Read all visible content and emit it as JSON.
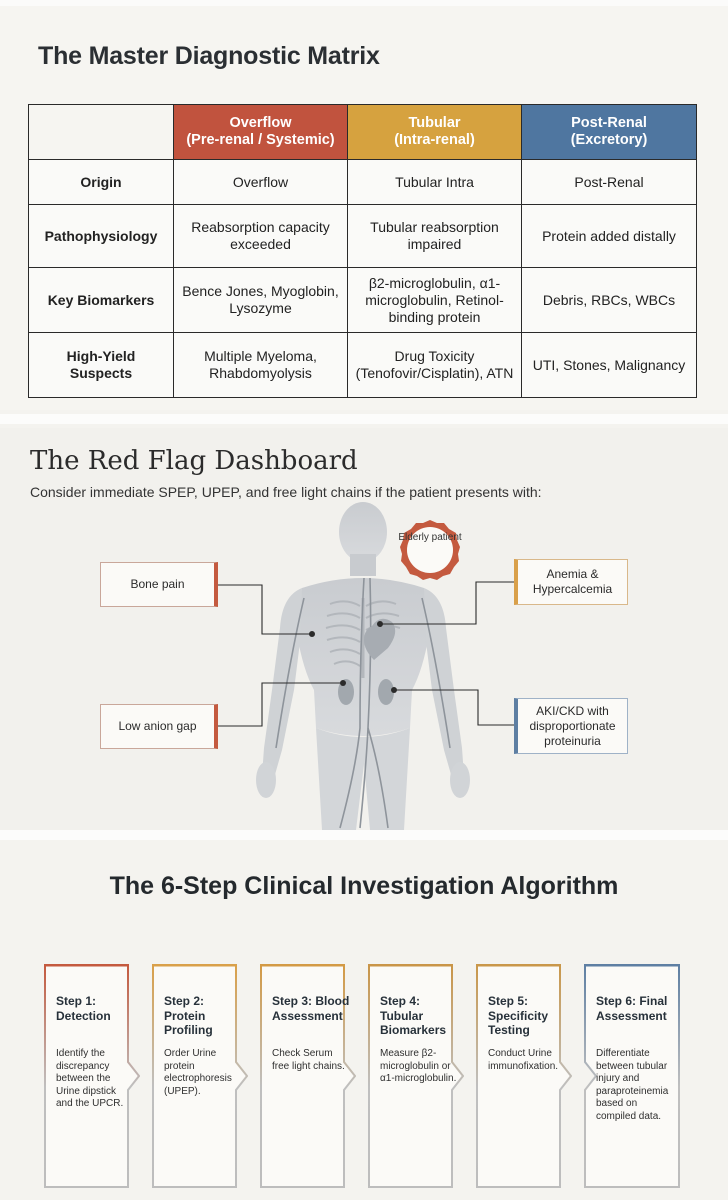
{
  "matrix": {
    "title": "The Master Diagnostic Matrix",
    "columns": [
      {
        "line1": "Overflow",
        "line2": "(Pre-renal / Systemic)"
      },
      {
        "line1": "Tubular",
        "line2": "(Intra-renal)"
      },
      {
        "line1": "Post-Renal",
        "line2": "(Excretory)"
      }
    ],
    "rows": [
      {
        "label": "Origin",
        "cells": [
          "Overflow",
          "Tubular Intra",
          "Post-Renal"
        ]
      },
      {
        "label": "Pathophysiology",
        "cells": [
          "Reabsorption capacity exceeded",
          "Tubular reabsorption impaired",
          "Protein added distally"
        ]
      },
      {
        "label": "Key Biomarkers",
        "cells": [
          "Bence Jones, Myoglobin, Lysozyme",
          "β2-microglobulin, α1-microglobulin, Retinol-binding protein",
          "Debris, RBCs, WBCs"
        ]
      },
      {
        "label": "High-Yield Suspects",
        "cells": [
          "Multiple Myeloma, Rhabdomyolysis",
          "Drug Toxicity (Tenofovir/Cisplatin), ATN",
          "UTI, Stones, Malignancy"
        ]
      }
    ],
    "colors": {
      "overflow": "#c1533e",
      "tubular": "#d6a23f",
      "post_renal": "#4f76a0"
    }
  },
  "dashboard": {
    "title": "The Red Flag Dashboard",
    "subtitle": "Consider immediate SPEP, UPEP, and free light chains if the patient presents with:",
    "badge": "Elderly patient",
    "flags": {
      "bone_pain": "Bone pain",
      "low_anion_gap": "Low anion gap",
      "anemia": "Anemia & Hypercalcemia",
      "aki": "AKI/CKD with disproportionate proteinuria"
    }
  },
  "algorithm": {
    "title": "The 6-Step Clinical Investigation Algorithm",
    "steps": [
      {
        "title": "Step 1: Detection",
        "body": "Identify the discrepancy between the Urine dipstick and the UPCR."
      },
      {
        "title": "Step 2: Protein Profiling",
        "body": "Order Urine protein electrophoresis (UPEP)."
      },
      {
        "title": "Step 3: Blood Assessment",
        "body": "Check Serum free light chains."
      },
      {
        "title": "Step 4: Tubular Biomarkers",
        "body": "Measure β2-microglobulin or α1-microglobulin."
      },
      {
        "title": "Step 5: Specificity Testing",
        "body": "Conduct Urine immunofixation."
      },
      {
        "title": "Step 6: Final Assessment",
        "body": "Differentiate between tubular injury and paraproteinemia based on compiled data."
      }
    ]
  }
}
